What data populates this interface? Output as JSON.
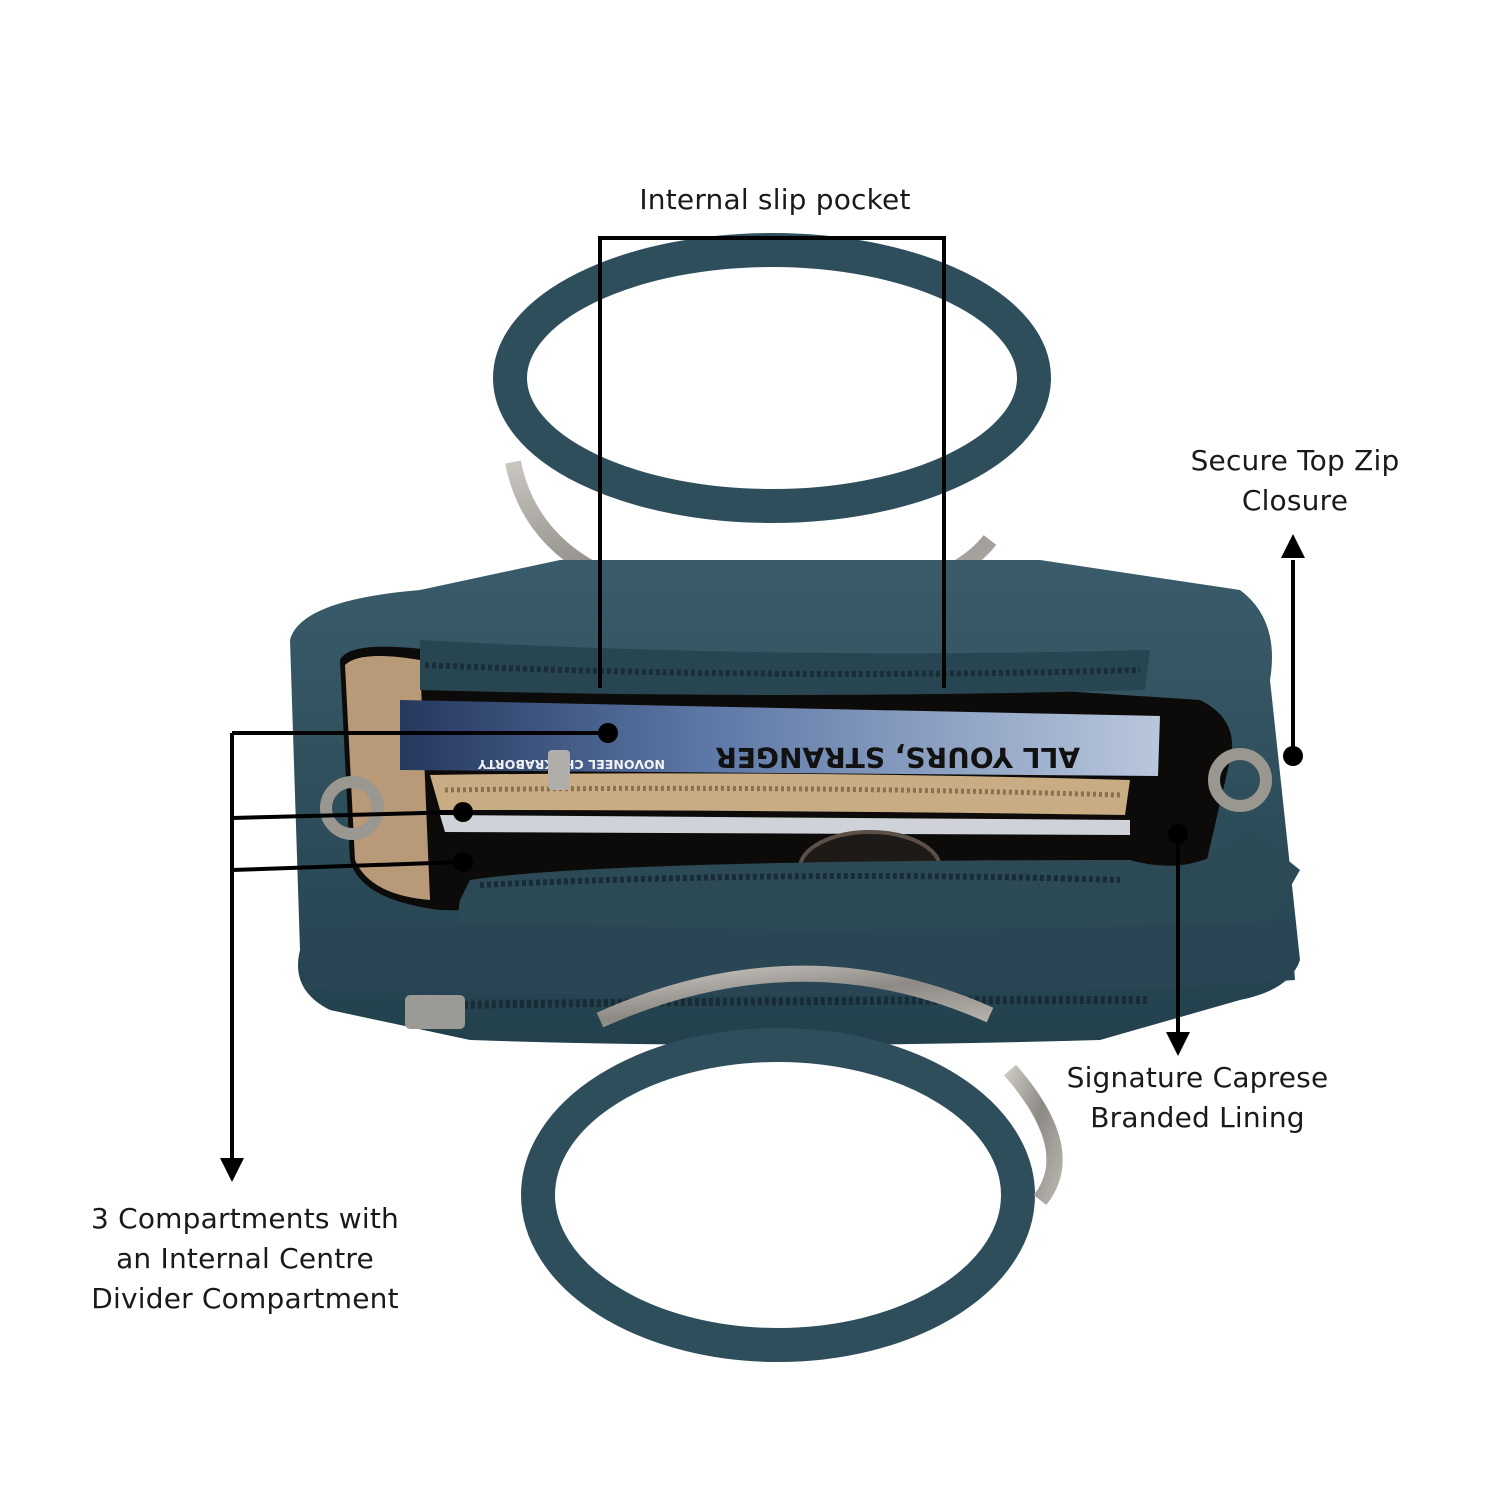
{
  "colors": {
    "bag_teal": "#2f4e5c",
    "bag_dark": "#1c3440",
    "lining_tan": "#b89a78",
    "ring_metal": "#9a9690",
    "annotation_line": "#000000"
  },
  "callouts": {
    "slip_pocket": {
      "line1": "Internal slip pocket"
    },
    "zip_closure": {
      "line1": "Secure Top Zip",
      "line2": "Closure"
    },
    "lining": {
      "line1": "Signature Caprese",
      "line2": "Branded Lining"
    },
    "compartments": {
      "line1": "3 Compartments with",
      "line2": "an Internal Centre",
      "line3": "Divider Compartment"
    }
  },
  "book": {
    "title": "ALL YOURS, STRANGER",
    "author": "NOVONEEL CHAKRABORTY"
  }
}
